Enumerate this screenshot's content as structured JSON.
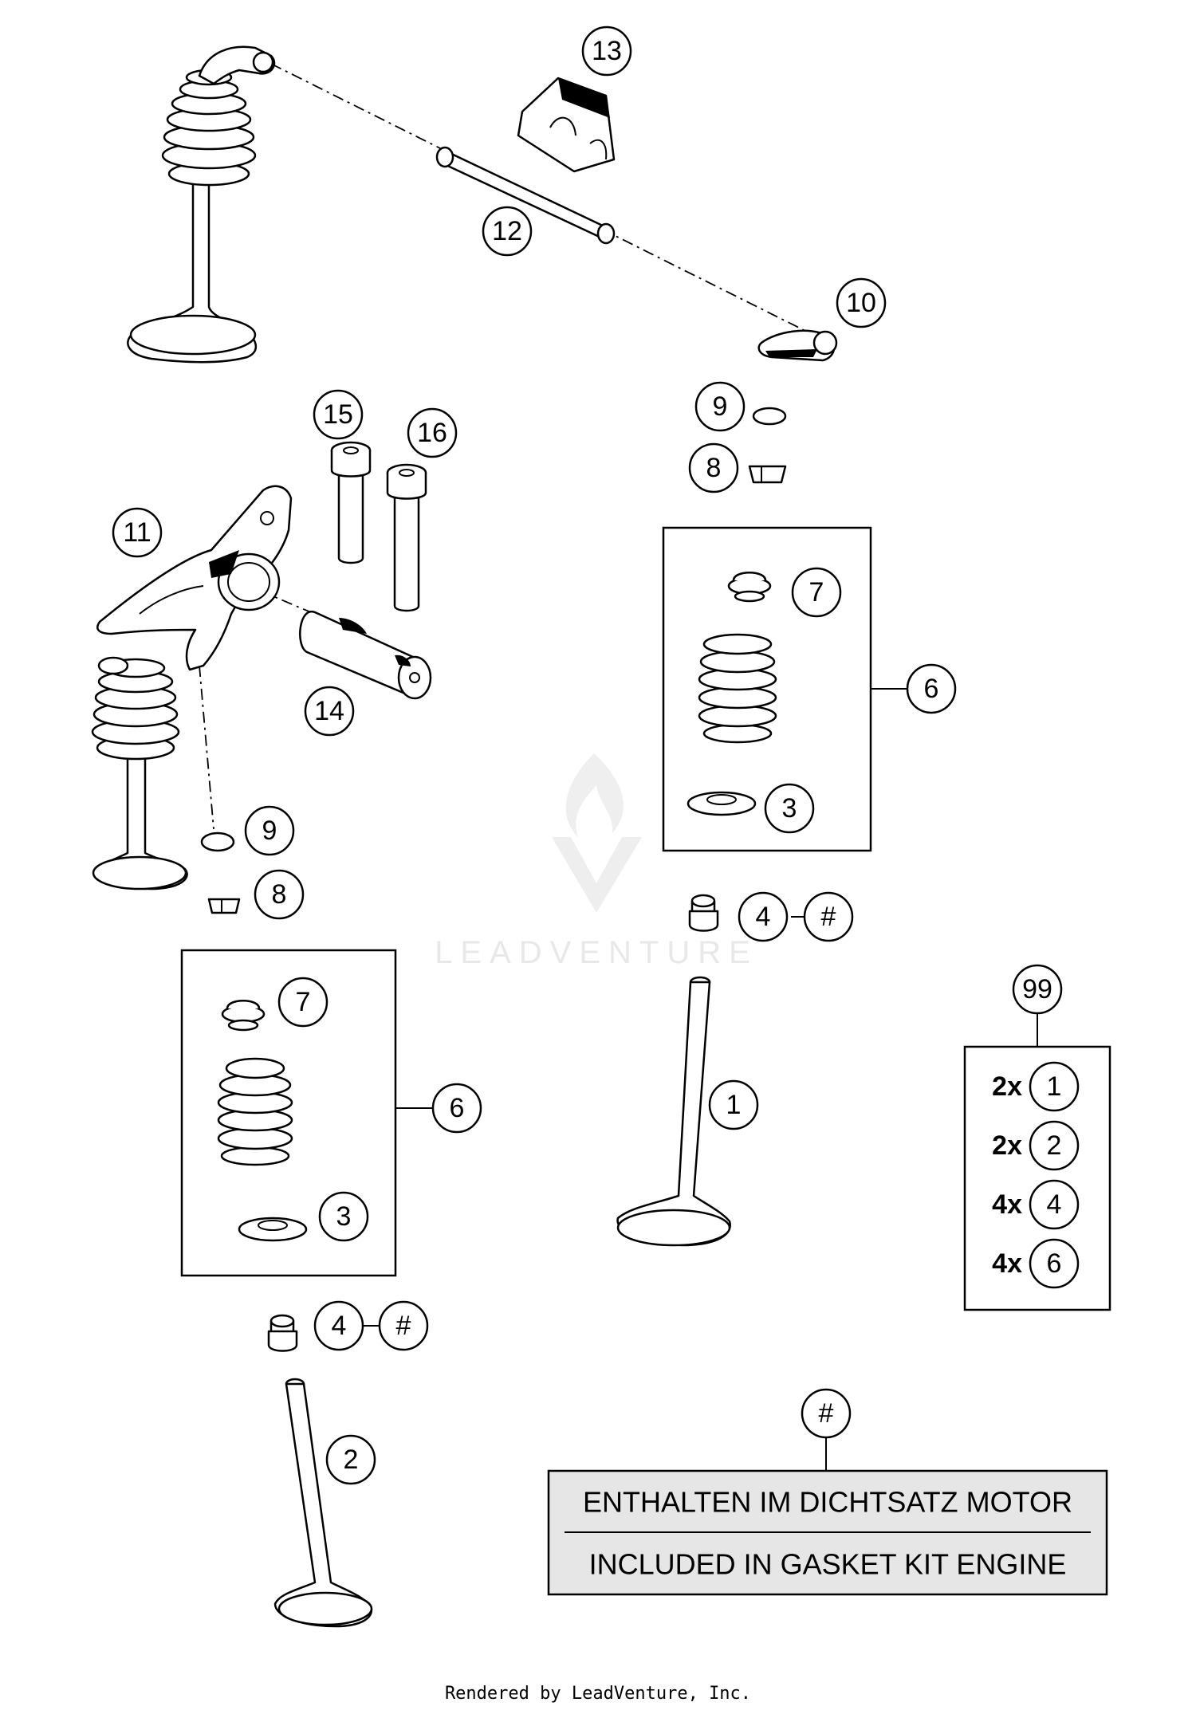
{
  "watermark": {
    "text": "LEADVENTURE"
  },
  "footer": {
    "text": "Rendered by LeadVenture, Inc."
  },
  "callouts": {
    "c1": "1",
    "c2": "2",
    "c3a": "3",
    "c3b": "3",
    "c4a": "4",
    "c4b": "4",
    "hash_a": "#",
    "hash_b": "#",
    "hash_note": "#",
    "c6a": "6",
    "c6b": "6",
    "c7a": "7",
    "c7b": "7",
    "c8a": "8",
    "c8b": "8",
    "c9a": "9",
    "c9b": "9",
    "c10": "10",
    "c11": "11",
    "c12": "12",
    "c13": "13",
    "c14": "14",
    "c15": "15",
    "c16": "16",
    "c99": "99"
  },
  "kit_99": {
    "rows": [
      {
        "qty": "2x",
        "part": "1"
      },
      {
        "qty": "2x",
        "part": "2"
      },
      {
        "qty": "4x",
        "part": "4"
      },
      {
        "qty": "4x",
        "part": "6"
      }
    ]
  },
  "note": {
    "line_de": "ENTHALTEN IM DICHTSATZ MOTOR",
    "line_en": "INCLUDED IN GASKET KIT ENGINE"
  }
}
